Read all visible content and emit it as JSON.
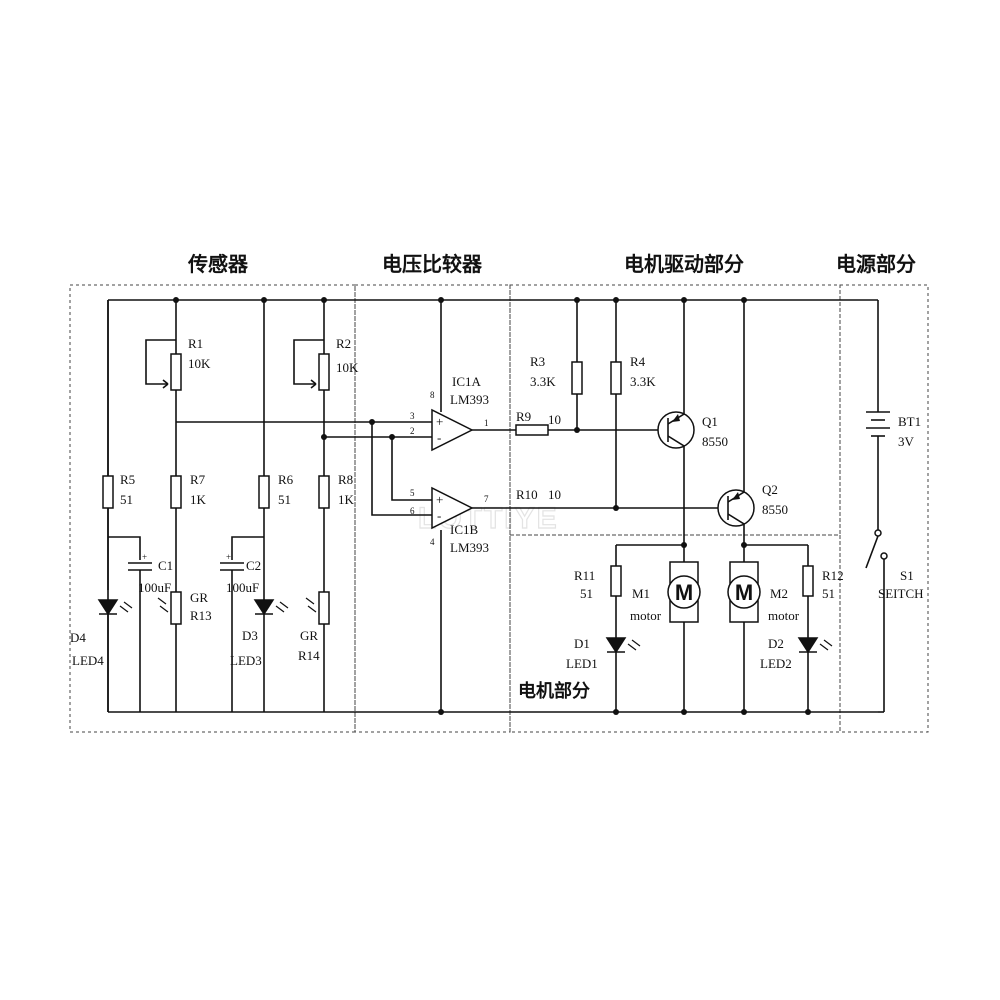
{
  "sections": {
    "sensor": "传感器",
    "comparator": "电压比较器",
    "motor_driver": "电机驱动部分",
    "power": "电源部分",
    "motor": "电机部分"
  },
  "watermark": "LOTTIYE",
  "components": {
    "R1": {
      "ref": "R1",
      "value": "10K"
    },
    "R2": {
      "ref": "R2",
      "value": "10K"
    },
    "R3": {
      "ref": "R3",
      "value": "3.3K"
    },
    "R4": {
      "ref": "R4",
      "value": "3.3K"
    },
    "R5": {
      "ref": "R5",
      "value": "51"
    },
    "R6": {
      "ref": "R6",
      "value": "51"
    },
    "R7": {
      "ref": "R7",
      "value": "1K"
    },
    "R8": {
      "ref": "R8",
      "value": "1K"
    },
    "R9": {
      "ref": "R9",
      "value": "10"
    },
    "R10": {
      "ref": "R10",
      "value": "10"
    },
    "R11": {
      "ref": "R11",
      "value": "51"
    },
    "R12": {
      "ref": "R12",
      "value": "51"
    },
    "R13": {
      "ref": "R13",
      "type": "GR"
    },
    "R14": {
      "ref": "R14",
      "type": "GR"
    },
    "C1": {
      "ref": "C1",
      "value": "100uF"
    },
    "C2": {
      "ref": "C2",
      "value": "100uF"
    },
    "D1": {
      "ref": "D1",
      "name": "LED1"
    },
    "D2": {
      "ref": "D2",
      "name": "LED2"
    },
    "D3": {
      "ref": "D3",
      "name": "LED3"
    },
    "D4": {
      "ref": "D4",
      "name": "LED4"
    },
    "IC1A": {
      "ref": "IC1A",
      "part": "LM393"
    },
    "IC1B": {
      "ref": "IC1B",
      "part": "LM393"
    },
    "Q1": {
      "ref": "Q1",
      "part": "8550"
    },
    "Q2": {
      "ref": "Q2",
      "part": "8550"
    },
    "M1": {
      "ref": "M1",
      "part": "motor",
      "symbol": "M"
    },
    "M2": {
      "ref": "M2",
      "part": "motor",
      "symbol": "M"
    },
    "BT1": {
      "ref": "BT1",
      "value": "3V"
    },
    "S1": {
      "ref": "S1",
      "name": "SEITCH"
    }
  },
  "pins": {
    "p8": "8",
    "p4": "4",
    "p3": "3",
    "p2": "2",
    "p1": "1",
    "p5": "5",
    "p6": "6",
    "p7": "7",
    "plus": "+",
    "minus": "-"
  }
}
